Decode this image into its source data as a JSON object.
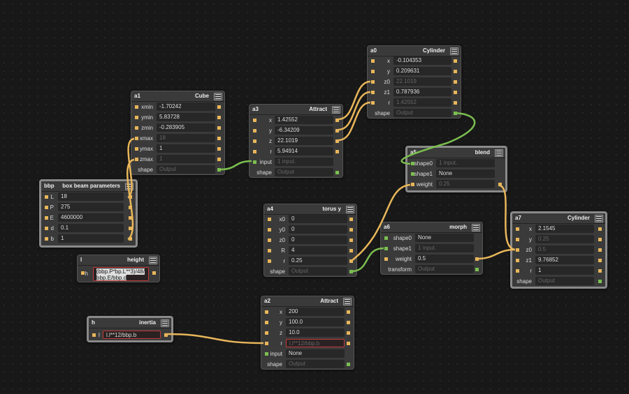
{
  "canvas": {
    "background": "#181818",
    "wire_number": "#e8b65a",
    "wire_shape": "#7bbf4f"
  },
  "nodes": {
    "a0": {
      "id": "a0",
      "type": "Cylinder",
      "rows": [
        {
          "label": "x",
          "value": "-0.104353"
        },
        {
          "label": "y",
          "value": "0.209631"
        },
        {
          "label": "z0",
          "value": "22.1019"
        },
        {
          "label": "z1",
          "value": "0.787936"
        },
        {
          "label": "r",
          "value": "1.42552"
        },
        {
          "label": "shape",
          "value": "Output"
        }
      ]
    },
    "a1": {
      "id": "a1",
      "type": "Cube",
      "rows": [
        {
          "label": "xmin",
          "value": "-1.70242"
        },
        {
          "label": "ymin",
          "value": "5.83728"
        },
        {
          "label": "zmin",
          "value": "-0.283905"
        },
        {
          "label": "xmax",
          "value": "18"
        },
        {
          "label": "ymax",
          "value": "1"
        },
        {
          "label": "zmax",
          "value": "1"
        },
        {
          "label": "shape",
          "value": "Output"
        }
      ]
    },
    "a3": {
      "id": "a3",
      "type": "Attract",
      "rows": [
        {
          "label": "x",
          "value": "1.42552"
        },
        {
          "label": "y",
          "value": "-6.34209"
        },
        {
          "label": "z",
          "value": "22.1019"
        },
        {
          "label": "r",
          "value": "5.94914"
        },
        {
          "label": "input",
          "value": "1 input."
        },
        {
          "label": "shape",
          "value": "Output"
        }
      ]
    },
    "a5": {
      "id": "a5",
      "type": "blend",
      "rows": [
        {
          "label": "shape0",
          "value": "1 input."
        },
        {
          "label": "shape1",
          "value": "None"
        },
        {
          "label": "weight",
          "value": "0.25"
        }
      ]
    },
    "bbp": {
      "id": "bbp",
      "type": "box beam parameters",
      "rows": [
        {
          "label": "L",
          "value": "18"
        },
        {
          "label": "P",
          "value": "275"
        },
        {
          "label": "E",
          "value": "4600000"
        },
        {
          "label": "d",
          "value": "0.1"
        },
        {
          "label": "b",
          "value": "1"
        }
      ]
    },
    "a4": {
      "id": "a4",
      "type": "torus y",
      "rows": [
        {
          "label": "x0",
          "value": "0"
        },
        {
          "label": "y0",
          "value": "0"
        },
        {
          "label": "z0",
          "value": "0"
        },
        {
          "label": "R",
          "value": "4"
        },
        {
          "label": "r",
          "value": "0.25"
        },
        {
          "label": "shape",
          "value": "Output"
        }
      ]
    },
    "a6": {
      "id": "a6",
      "type": "morph",
      "rows": [
        {
          "label": "shape0",
          "value": "None"
        },
        {
          "label": "shape1",
          "value": "1 input."
        },
        {
          "label": "weight",
          "value": "0.5"
        },
        {
          "label": "transform",
          "value": "Output"
        }
      ]
    },
    "a7": {
      "id": "a7",
      "type": "Cylinder",
      "rows": [
        {
          "label": "x",
          "value": "2.1545"
        },
        {
          "label": "y",
          "value": "0.25"
        },
        {
          "label": "z0",
          "value": "0.5"
        },
        {
          "label": "z1",
          "value": "9.76852"
        },
        {
          "label": "r",
          "value": "1"
        },
        {
          "label": "shape",
          "value": "Output"
        }
      ]
    },
    "l": {
      "id": "l",
      "type": "height",
      "rows": [
        {
          "label": "h",
          "value_line1": "(bbp.P*bp.L**3)/48/",
          "value_line2": "bbp.E/bbp.d"
        }
      ]
    },
    "h": {
      "id": "h",
      "type": "inertia",
      "rows": [
        {
          "label": "I",
          "value": "l.l**12/bbp.b"
        }
      ]
    },
    "a2": {
      "id": "a2",
      "type": "Attract",
      "rows": [
        {
          "label": "x",
          "value": "200"
        },
        {
          "label": "y",
          "value": "100.0"
        },
        {
          "label": "z",
          "value": "10.0"
        },
        {
          "label": "r",
          "value": "l.l**12/bbp.b"
        },
        {
          "label": "input",
          "value": "None"
        },
        {
          "label": "shape",
          "value": "Output"
        }
      ]
    }
  }
}
